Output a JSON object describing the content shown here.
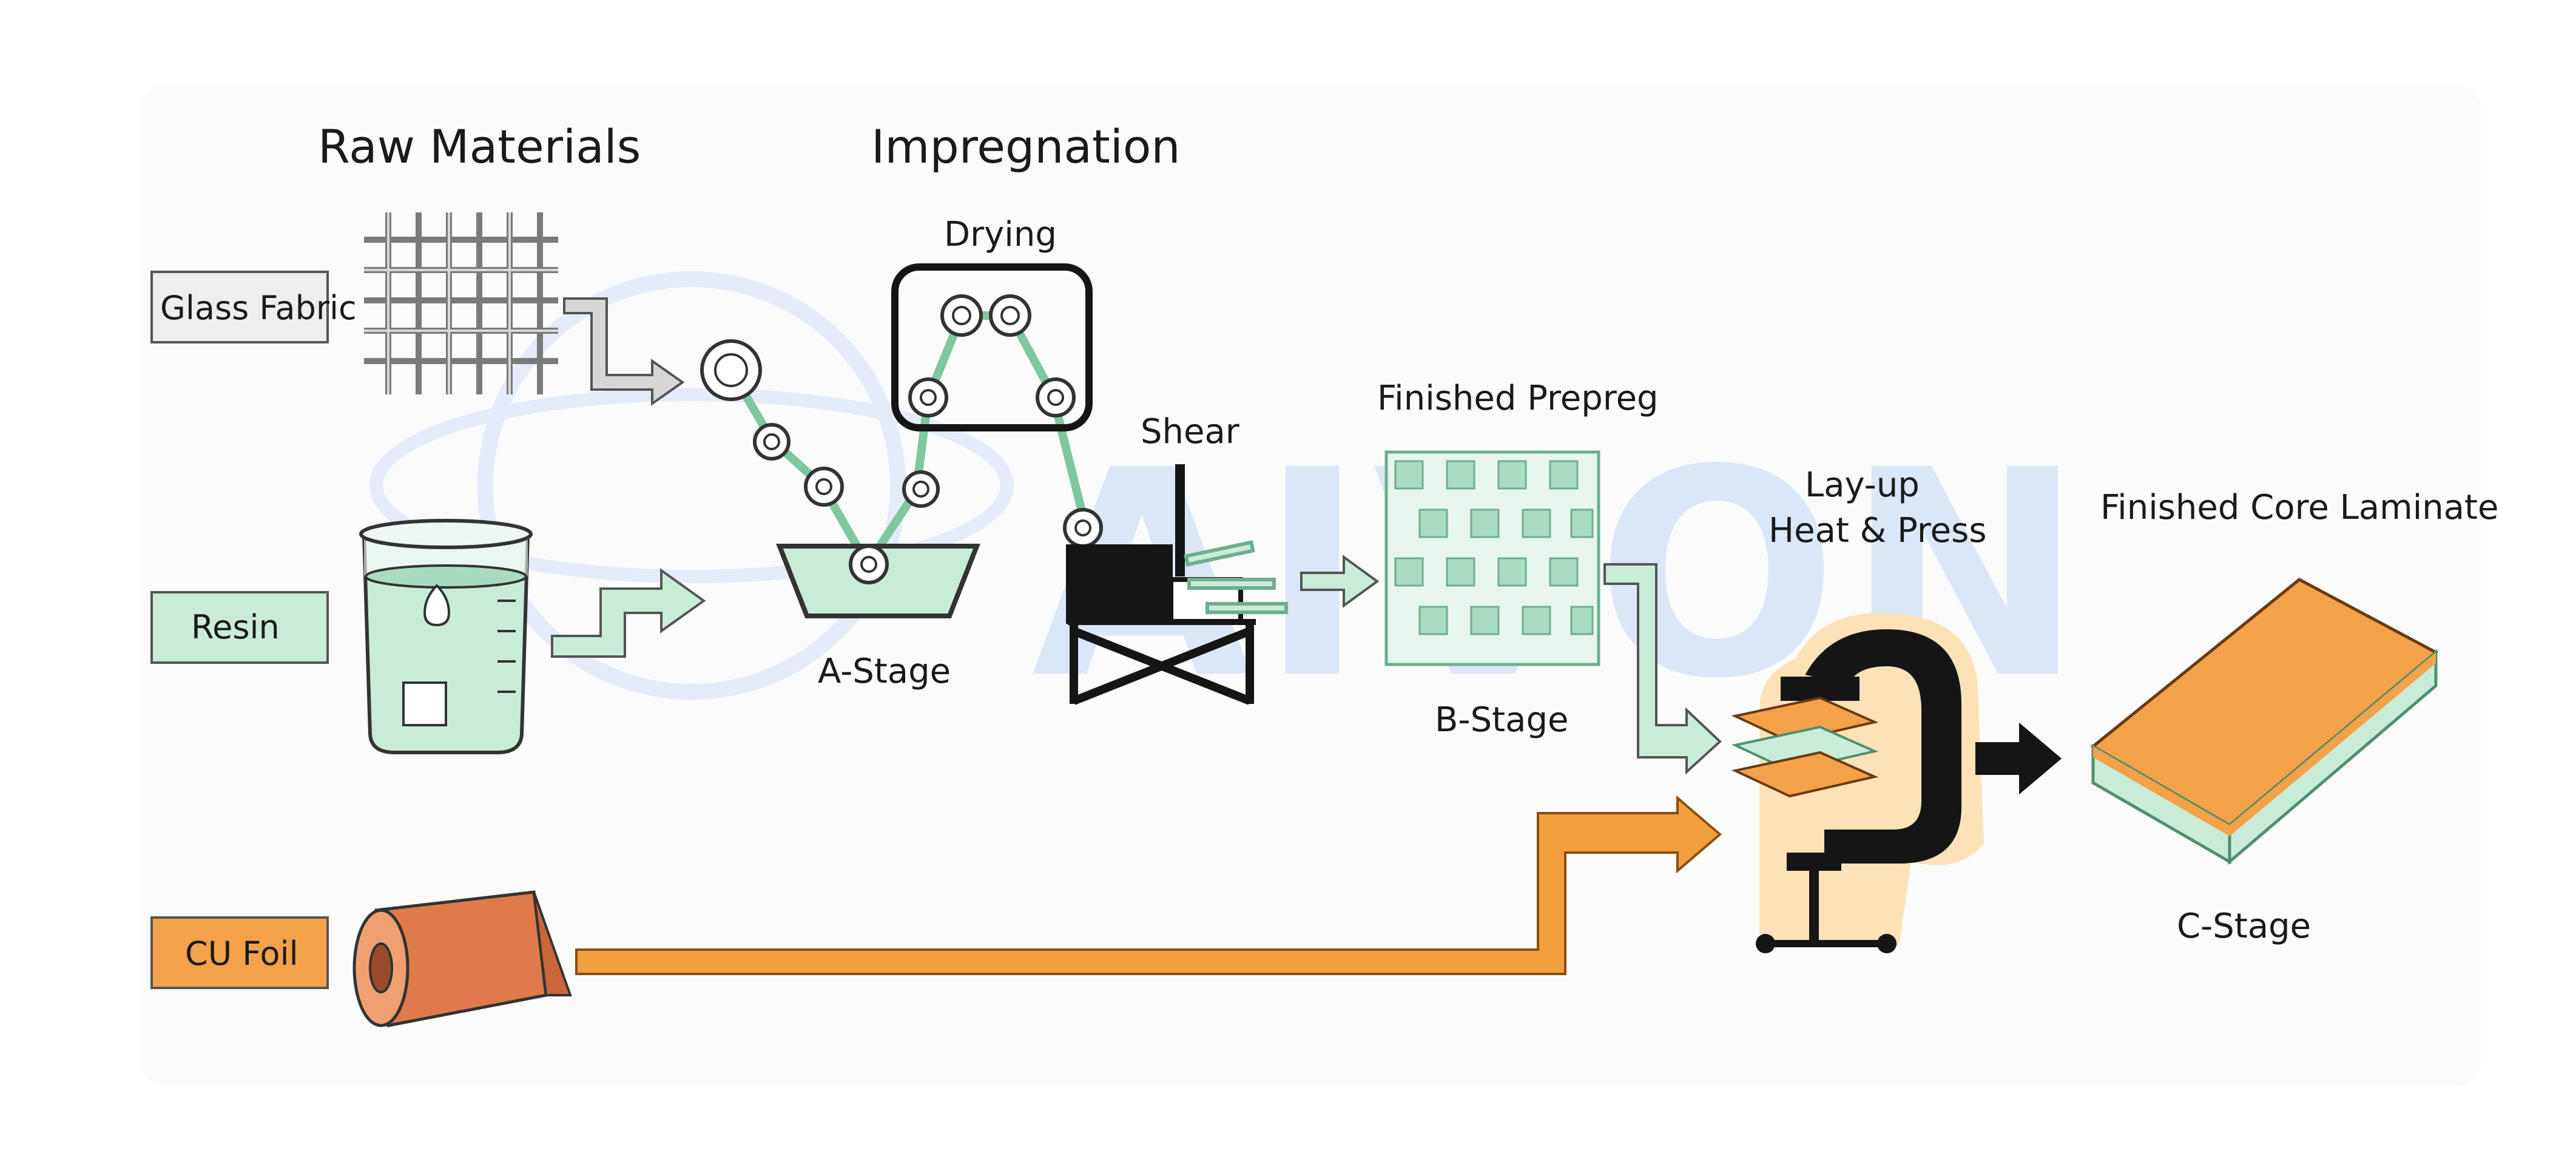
{
  "watermark": "AIVON",
  "headings": {
    "raw_materials": "Raw Materials",
    "impregnation": "Impregnation"
  },
  "inputs": {
    "glass_fabric": "Glass Fabric",
    "resin": "Resin",
    "cu_foil": "CU Foil"
  },
  "stages": {
    "drying": "Drying",
    "shear": "Shear",
    "a_stage": "A-Stage",
    "finished_prepreg": "Finished Prepreg",
    "b_stage": "B-Stage",
    "layup_line1": "Lay-up",
    "layup_line2": "Heat & Press",
    "finished_core": "Finished Core Laminate",
    "c_stage": "C-Stage"
  },
  "colors": {
    "mint": "#c9ecd9",
    "mint_dark": "#8fcfae",
    "copper": "#f3a24a",
    "orange_arrow": "#f2a03d",
    "black_machine": "#151515",
    "grey_box": "#eeeeee"
  },
  "icons": [
    "glass-weave-icon",
    "beaker-icon",
    "copper-roll-icon",
    "roller-icon",
    "resin-tray-icon",
    "dryer-icon",
    "shear-machine-icon",
    "prepreg-sheet-icon",
    "c-clamp-press-icon",
    "laminate-block-icon"
  ]
}
